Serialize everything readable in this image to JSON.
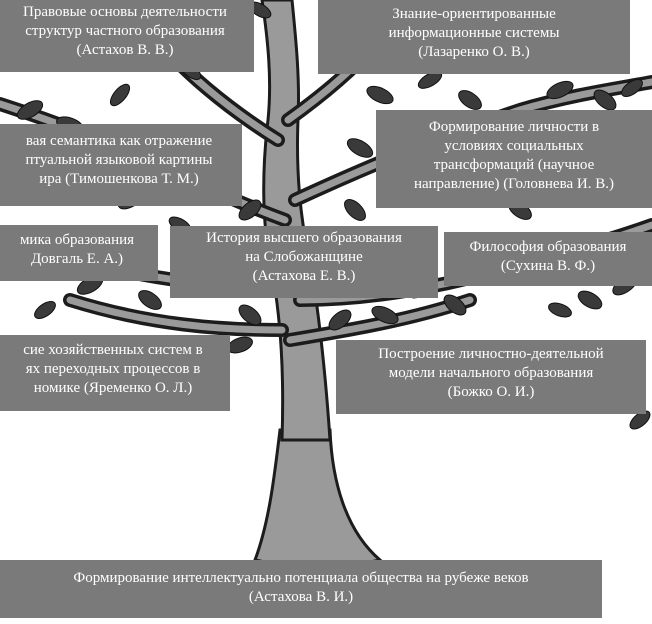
{
  "colors": {
    "box_fill": "#7a7a7a",
    "box_text": "#ffffff",
    "trunk": "#9a9a9a",
    "trunk_outline": "#1c1c1c",
    "leaf": "#3a3a3a"
  },
  "boxes": {
    "legal": {
      "lines": [
        "Правовые основы деятельности",
        "структур частного образования",
        "(Астахов В. В.)"
      ]
    },
    "knowledge": {
      "lines": [
        "Знание-ориентированные",
        "информационные системы",
        "(Лазаренко О. В.)"
      ]
    },
    "semantics": {
      "lines": [
        "вая семантика как отражение",
        "птуальной языковой картины",
        "ира (Тимошенкова Т. М.)"
      ]
    },
    "personality": {
      "lines": [
        "Формирование личности в",
        "условиях социальных",
        "трансформаций (научное",
        "направление) (Головнева И. В.)"
      ]
    },
    "economics": {
      "lines": [
        "мика образования",
        "Довгаль Е. А.)"
      ]
    },
    "history": {
      "lines": [
        "История высшего образования",
        "на Слобожанщине",
        "(Астахова Е. В.)"
      ]
    },
    "philosophy": {
      "lines": [
        "Философия образования",
        "(Сухина В. Ф.)"
      ]
    },
    "economic_systems": {
      "lines": [
        "сие хозяйственных систем в",
        "ях переходных процессов в",
        "номике (Яременко О. Л.)"
      ]
    },
    "model": {
      "lines": [
        "Построение личностно-деятельной",
        "модели начального образования",
        "(Божко О. И.)"
      ]
    },
    "root": {
      "lines": [
        "Формирование интеллектуально потенциала общества на рубеже веков",
        "(Астахова В. И.)"
      ]
    }
  }
}
